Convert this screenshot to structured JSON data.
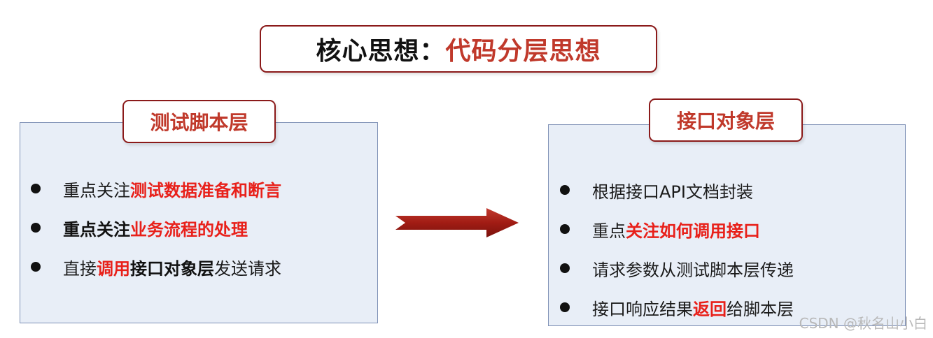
{
  "title": {
    "prefix": "核心思想：",
    "accent": "代码分层思想"
  },
  "left_panel": {
    "label": "测试脚本层",
    "items": [
      {
        "parts": [
          "重点关注",
          "测试数据准备和断言"
        ]
      },
      {
        "parts": [
          "重点关注",
          "业务流程的处理"
        ]
      },
      {
        "parts": [
          "直接",
          "调用",
          "接口对象层",
          "发送请求"
        ]
      }
    ]
  },
  "right_panel": {
    "label": "接口对象层",
    "items": [
      {
        "parts": [
          "根据接口API文档封装"
        ]
      },
      {
        "parts": [
          "重点",
          "关注如何调用接口"
        ]
      },
      {
        "parts": [
          "请求参数从测试脚本层传递"
        ]
      },
      {
        "parts": [
          "接口响应结果",
          "返回",
          "给脚本层"
        ]
      }
    ]
  },
  "watermark": "CSDN @秋名山小白",
  "colors": {
    "accent": "#c0392b",
    "highlight": "#e8201a",
    "border": "#8b1a1a",
    "panel_bg": "#e8eef7",
    "panel_border": "#7d8fb5",
    "arrow": "#b22222"
  }
}
